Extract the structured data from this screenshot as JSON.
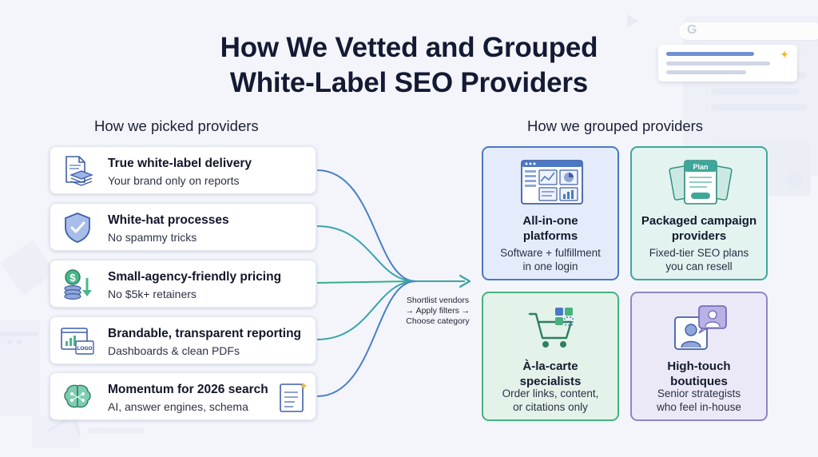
{
  "title": {
    "line1": "How We Vetted and Grouped",
    "line2": "White-Label SEO Providers"
  },
  "left": {
    "heading": "How we picked providers",
    "criteria": [
      {
        "title": "True white-label delivery",
        "subtitle": "Your brand only on reports",
        "icon": "documents-stack-icon"
      },
      {
        "title": "White-hat processes",
        "subtitle": "No spammy tricks",
        "icon": "shield-check-icon"
      },
      {
        "title": "Small-agency-friendly pricing",
        "subtitle": "No $5k+ retainers",
        "icon": "dollar-coins-icon"
      },
      {
        "title": "Brandable, transparent reporting",
        "subtitle": "Dashboards & clean PDFs",
        "icon": "dashboard-logo-icon"
      },
      {
        "title": "Momentum for 2026 search",
        "subtitle": "AI, answer engines, schema",
        "icon": "ai-brain-icon"
      }
    ]
  },
  "connector": {
    "line1": "Shortlist vendors",
    "line2": "→ Apply filters →",
    "line3": "Choose category"
  },
  "right": {
    "heading": "How we grouped providers",
    "groups": [
      {
        "title1": "All-in-one",
        "title2": "platforms",
        "sub1": "Software + fulfillment",
        "sub2": "in one login",
        "icon": "dashboard-window-icon",
        "color": "#4a78c4"
      },
      {
        "title1": "Packaged campaign",
        "title2": "providers",
        "sub1": "Fixed-tier SEO plans",
        "sub2": "you can resell",
        "icon": "plan-cards-icon",
        "plan_label": "Plan",
        "color": "#3fa79a"
      },
      {
        "title1": "À-la-carte",
        "title2": "specialists",
        "sub1": "Order links, content,",
        "sub2": "or citations only",
        "icon": "shopping-cart-icon",
        "color": "#45b27f"
      },
      {
        "title1": "High-touch",
        "title2": "boutiques",
        "sub1": "Senior strategists",
        "sub2": "who feel in-house",
        "icon": "video-call-icon",
        "color": "#8e86c9"
      }
    ]
  },
  "decor": {
    "search_logo": "G",
    "criteria_icon_logo": "LOGO"
  },
  "colors": {
    "background": "#f3f5fb",
    "connector_lines": [
      "#4a7fc6",
      "#3aa4a8",
      "#35b08a",
      "#3aa4a8",
      "#4a7fc6"
    ]
  }
}
